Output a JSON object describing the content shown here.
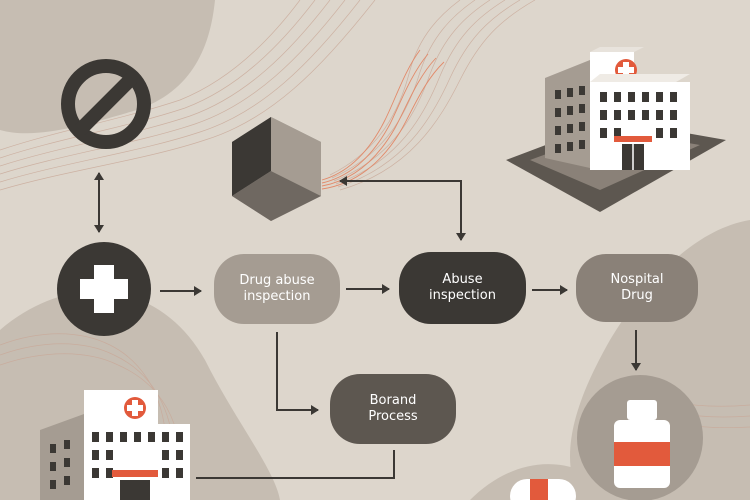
{
  "nodes": {
    "drug_abuse_inspection": {
      "label": "Drug abuse\ninspection"
    },
    "abuse_inspection": {
      "label": "Abuse\ninspection"
    },
    "nospital_drug": {
      "label": "Nospital\nDrug"
    },
    "borand_process": {
      "label": "Borand\nProcess"
    }
  },
  "colors": {
    "background": "#ddd6cc",
    "blob": "#c6bdb2",
    "dark": "#3b3834",
    "medium": "#8a8178",
    "muted": "#a59c92",
    "accent": "#e25a3c",
    "white": "#ffffff"
  },
  "icons": [
    "prohibited-icon",
    "medical-cross-icon",
    "hexagon-cube-icon",
    "hospital-building-icon",
    "medicine-bottle-icon",
    "capsule-icon"
  ]
}
